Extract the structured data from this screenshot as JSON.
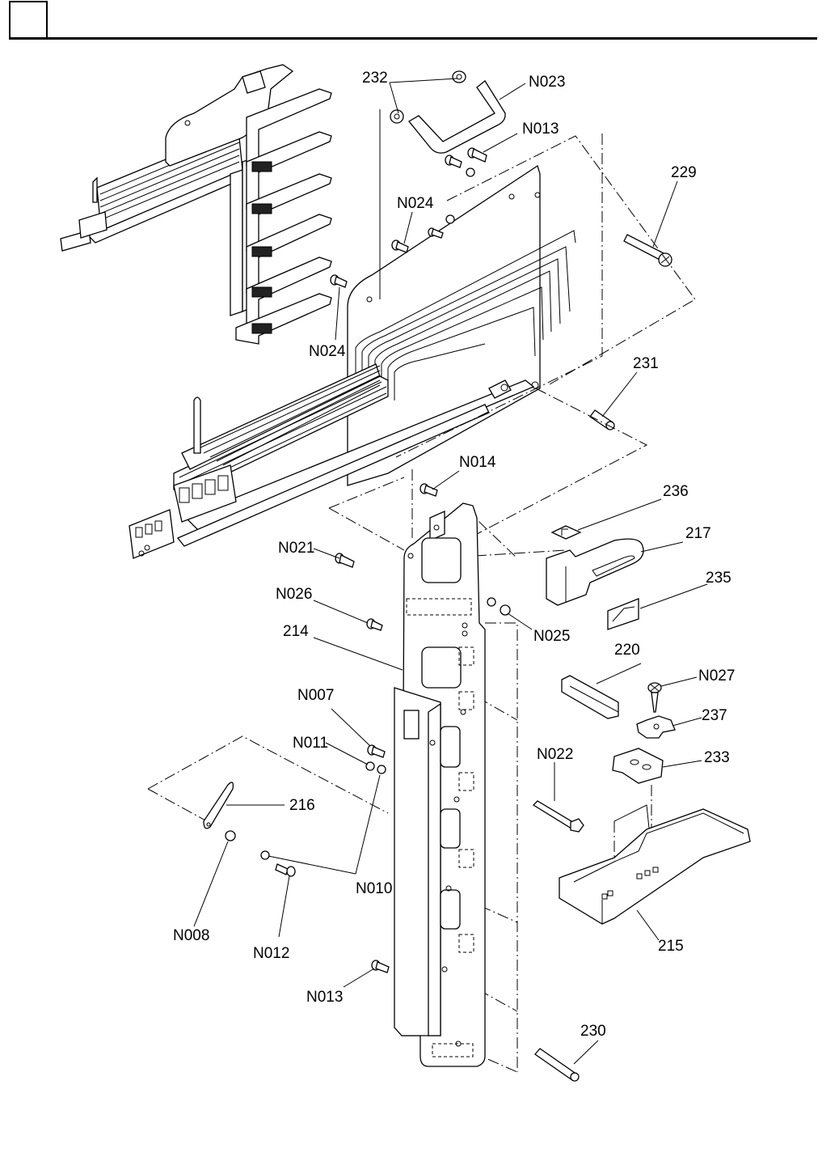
{
  "page": {
    "title": "Exploded parts diagram",
    "header_box_text": ""
  },
  "labels": {
    "p232": "232",
    "n023": "N023",
    "n013_top": "N013",
    "p229": "229",
    "n024_a": "N024",
    "n024_b": "N024",
    "p231": "231",
    "n014": "N014",
    "p236": "236",
    "p217": "217",
    "n021": "N021",
    "p235": "235",
    "n026": "N026",
    "p214": "214",
    "n025": "N025",
    "p220": "220",
    "n027": "N027",
    "n007": "N007",
    "p237": "237",
    "n011": "N011",
    "n022": "N022",
    "p233": "233",
    "p216": "216",
    "n010": "N010",
    "n008": "N008",
    "n012": "N012",
    "p215": "215",
    "n013_bottom": "N013",
    "p230": "230"
  },
  "parts": [
    {
      "ref": "232",
      "name": "grommet (x2)"
    },
    {
      "ref": "N023",
      "name": "handle rod"
    },
    {
      "ref": "N013",
      "name": "screw"
    },
    {
      "ref": "229",
      "name": "slotted pin"
    },
    {
      "ref": "N024",
      "name": "screw with washer"
    },
    {
      "ref": "231",
      "name": "spacer"
    },
    {
      "ref": "N014",
      "name": "screw"
    },
    {
      "ref": "236",
      "name": "label"
    },
    {
      "ref": "217",
      "name": "lever handle"
    },
    {
      "ref": "235",
      "name": "label"
    },
    {
      "ref": "N021",
      "name": "screw"
    },
    {
      "ref": "N026",
      "name": "screw"
    },
    {
      "ref": "214",
      "name": "side plate"
    },
    {
      "ref": "N025",
      "name": "nut and washer"
    },
    {
      "ref": "220",
      "name": "guide block"
    },
    {
      "ref": "N027",
      "name": "tapping screw"
    },
    {
      "ref": "237",
      "name": "bracket plate"
    },
    {
      "ref": "233",
      "name": "holder"
    },
    {
      "ref": "N007",
      "name": "screw"
    },
    {
      "ref": "N011",
      "name": "nut"
    },
    {
      "ref": "N010",
      "name": "washer"
    },
    {
      "ref": "216",
      "name": "link"
    },
    {
      "ref": "N008",
      "name": "washer"
    },
    {
      "ref": "N012",
      "name": "screw"
    },
    {
      "ref": "N022",
      "name": "hex bolt"
    },
    {
      "ref": "215",
      "name": "tray"
    },
    {
      "ref": "230",
      "name": "pin"
    }
  ]
}
